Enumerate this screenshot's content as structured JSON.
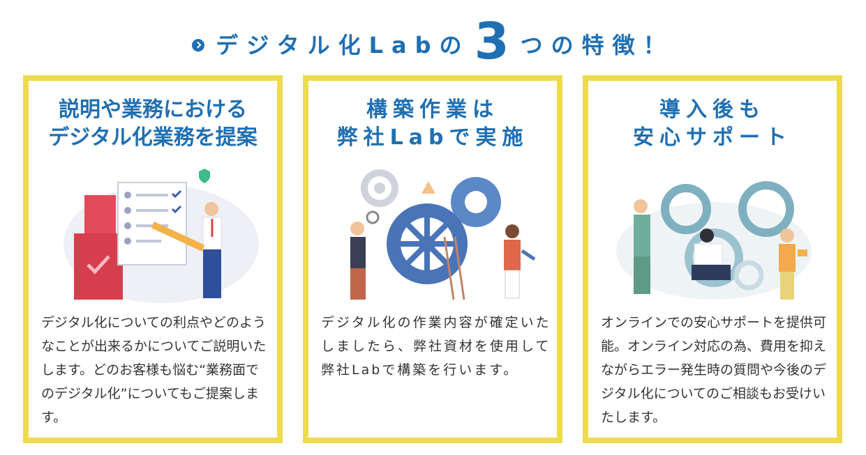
{
  "heading": {
    "prefix": "デジタル化Labの",
    "number": "3",
    "suffix": "つの特徴！"
  },
  "cards": [
    {
      "title": "説明や業務における\nデジタル化業務を提案",
      "body": "デジタル化についての利点やどのようなことが出来るかについてご説明いたします。どのお客様も悩む“業務面でのデジタル化”についてもご提案します。"
    },
    {
      "title": "構築作業は\n弊社Labで実施",
      "body": "デジタル化の作業内容が確定いたしましたら、弊社資材を使用して弊社Labで構築を行います。"
    },
    {
      "title": "導入後も\n安心サポート",
      "body": "オンラインでの安心サポートを提供可能。オンライン対応の為、費用を抑えながらエラー発生時の質問や今後のデジタル化についてのご相談もお受けいたします。"
    }
  ],
  "colors": {
    "accent_blue": "#1f6fb2",
    "frame_yellow": "#eedb4c"
  }
}
